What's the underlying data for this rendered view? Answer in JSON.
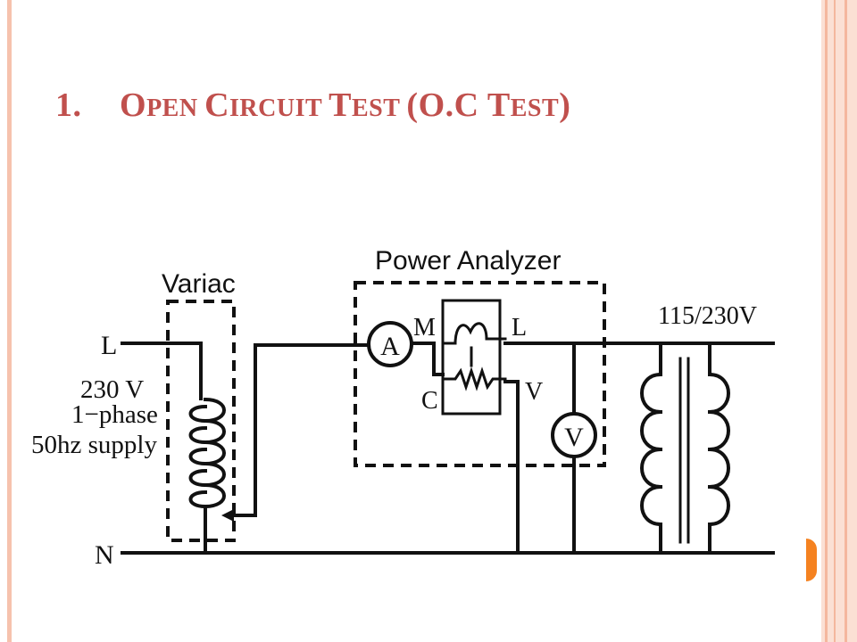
{
  "slide": {
    "title_number": "1.",
    "title_parts": [
      {
        "cap": "O",
        "rest": "PEN "
      },
      {
        "cap": "C",
        "rest": "IRCUIT "
      },
      {
        "cap": "T",
        "rest": "EST "
      },
      {
        "cap": "(O.C T",
        "rest": "EST"
      },
      {
        "cap": ")",
        "rest": ""
      }
    ]
  },
  "diagram": {
    "variac_label": "Variac",
    "power_analyzer_label": "Power Analyzer",
    "transformer_rating": "115/230V",
    "line_label": "L",
    "neutral_label": "N",
    "supply_lines": [
      "230 V",
      "1−phase",
      "50hz supply"
    ],
    "ammeter_symbol": "A",
    "voltmeter_symbol": "V",
    "wattmeter_terminals": {
      "m": "M",
      "l": "L",
      "c": "C",
      "v": "V"
    }
  },
  "colors": {
    "title": "#c0504d",
    "border_left": "#f6c2ad",
    "border_right": "#fbe0d4",
    "accent": "#f58220",
    "wire": "#111111"
  }
}
